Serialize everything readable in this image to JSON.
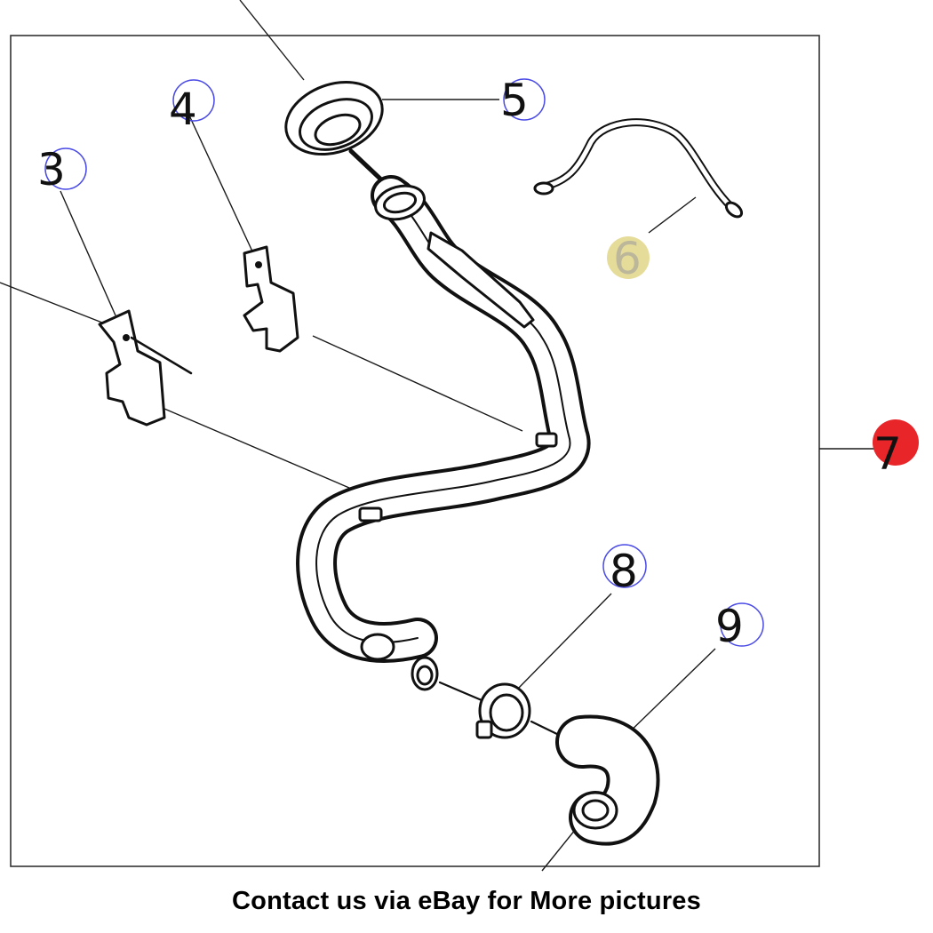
{
  "diagram": {
    "callouts": [
      {
        "label": "3",
        "marker": "outline"
      },
      {
        "label": "4",
        "marker": "outline"
      },
      {
        "label": "5",
        "marker": "outline"
      },
      {
        "label": "6",
        "marker": "filled"
      },
      {
        "label": "7",
        "marker": "filled"
      },
      {
        "label": "8",
        "marker": "outline"
      },
      {
        "label": "9",
        "marker": "outline"
      }
    ],
    "colors": {
      "outline_marker": "#4a4ae6",
      "highlight_6": "#e6dc9a",
      "highlight_7": "#e8262a",
      "line": "#111111"
    }
  },
  "footer": {
    "text": "Contact us via eBay for More pictures"
  }
}
